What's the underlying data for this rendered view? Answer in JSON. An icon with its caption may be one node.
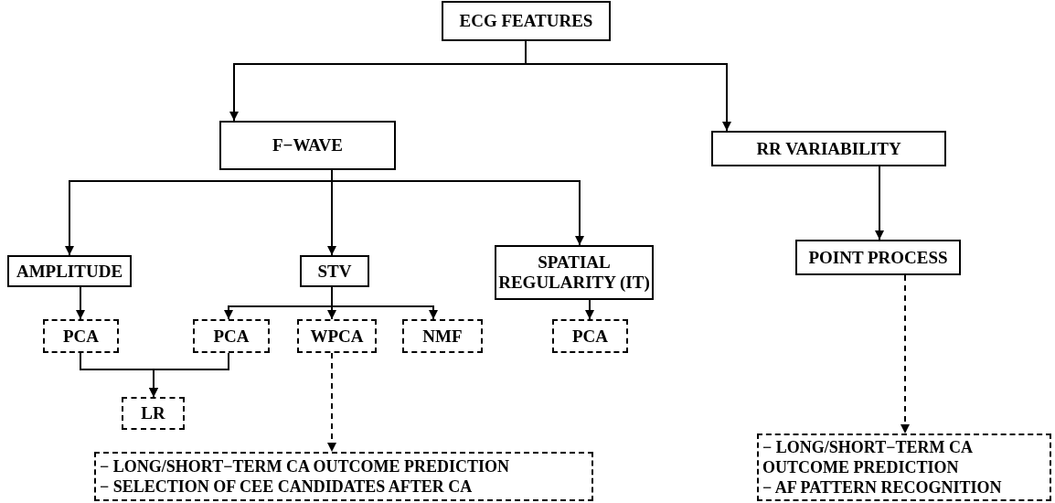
{
  "diagram": {
    "nodes": [
      {
        "text": [
          "ECG FEATURES"
        ]
      },
      {
        "text": [
          "F−WAVE"
        ]
      },
      {
        "text": [
          "RR VARIABILITY"
        ]
      },
      {
        "text": [
          "AMPLITUDE"
        ]
      },
      {
        "text": [
          "STV"
        ]
      },
      {
        "text": [
          "SPATIAL REGULARITY (IT)"
        ]
      },
      {
        "text": [
          "POINT PROCESS"
        ]
      },
      {
        "text": [
          "PCA"
        ]
      },
      {
        "text": [
          "PCA"
        ]
      },
      {
        "text": [
          "WPCA"
        ]
      },
      {
        "text": [
          "NMF"
        ]
      },
      {
        "text": [
          "PCA"
        ]
      },
      {
        "text": [
          "LR"
        ]
      },
      {
        "text": [
          "− LONG/SHORT−TERM CA OUTCOME PREDICTION",
          "− SELECTION OF CEE CANDIDATES AFTER CA"
        ]
      },
      {
        "text": [
          "− LONG/SHORT−TERM CA OUTCOME PREDICTION",
          "− AF PATTERN RECOGNITION"
        ]
      }
    ],
    "edges": [
      {
        "from": 0,
        "to": 1,
        "arrow": "to"
      },
      {
        "from": 0,
        "to": 2,
        "arrow": "to"
      },
      {
        "from": 1,
        "to": 3,
        "arrow": "to"
      },
      {
        "from": 1,
        "to": 4,
        "arrow": "to"
      },
      {
        "from": 1,
        "to": 5,
        "arrow": "to"
      },
      {
        "from": 2,
        "to": 6,
        "arrow": "to"
      },
      {
        "from": 3,
        "to": 7,
        "arrow": "to"
      },
      {
        "from": 4,
        "to": 8,
        "arrow": "to"
      },
      {
        "from": 4,
        "to": 9,
        "arrow": "to"
      },
      {
        "from": 4,
        "to": 10,
        "arrow": "to"
      },
      {
        "from": 5,
        "to": 11,
        "arrow": "to"
      },
      {
        "from": 7,
        "to": 12,
        "arrow": "to"
      },
      {
        "from": 8,
        "to": 12,
        "arrow": "to"
      },
      {
        "from": 9,
        "to": 13,
        "arrow": "to",
        "style": "dashed"
      },
      {
        "from": 6,
        "to": 14,
        "arrow": "to",
        "style": "dashed"
      }
    ]
  }
}
